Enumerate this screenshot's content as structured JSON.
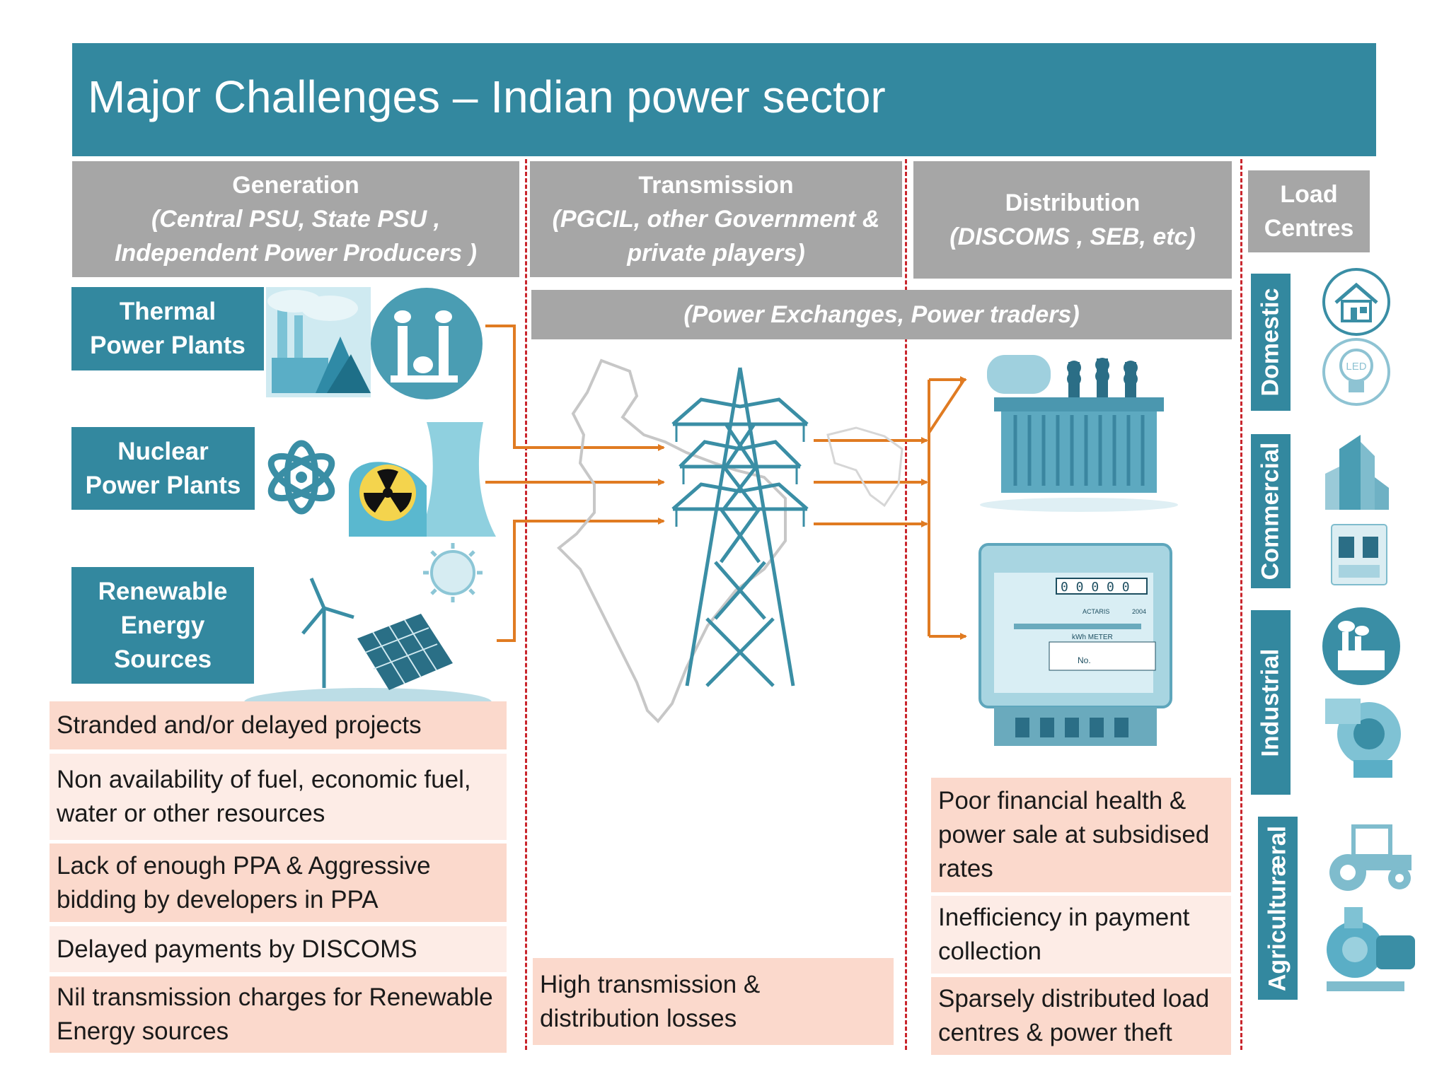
{
  "title": "Major Challenges – Indian power sector",
  "headers": {
    "generation": {
      "title": "Generation",
      "line1": "(Central PSU, State PSU ,",
      "line2": "Independent Power Producers )"
    },
    "transmission": {
      "title": "Transmission",
      "line1": "(PGCIL, other Government &",
      "line2": "private players)"
    },
    "distribution": {
      "title": "Distribution",
      "line1": "(DISCOMS , SEB, etc)"
    },
    "load": {
      "line1": "Load",
      "line2": "Centres"
    }
  },
  "exchange_bar": "(Power  Exchanges, Power traders)",
  "sources": {
    "thermal": {
      "line1": "Thermal",
      "line2": "Power Plants"
    },
    "nuclear": {
      "line1": "Nuclear",
      "line2": "Power Plants"
    },
    "renewable": {
      "line1": "Renewable",
      "line2": "Energy",
      "line3": "Sources"
    }
  },
  "load_centres": [
    "Domestic",
    "Commercial",
    "Industrial",
    "Agriculturæral"
  ],
  "generation_challenges": [
    "Stranded and/or delayed projects",
    "Non availability of fuel, economic fuel, water or other resources",
    "Lack of enough PPA & Aggressive bidding by developers  in PPA",
    "Delayed payments by DISCOMS",
    "Nil transmission charges for Renewable Energy sources"
  ],
  "transmission_challenges": [
    "High transmission & distribution losses"
  ],
  "distribution_challenges": [
    "Poor financial health & power sale at subsidised rates",
    "Inefficiency in payment collection",
    "Sparsely distributed load centres & power theft"
  ],
  "meter": {
    "reading": "0 0 0 0 0",
    "brand": "ACTARIS",
    "year": "2004",
    "label": "kWh METER",
    "no": "No."
  },
  "bulb_text": "LED",
  "colors": {
    "teal": "#33889f",
    "gray": "#a6a6a6",
    "arrow": "#e07b22",
    "divider": "#c9252c",
    "challenge_dark": "#fbd9cc",
    "challenge_light": "#fdece6"
  }
}
